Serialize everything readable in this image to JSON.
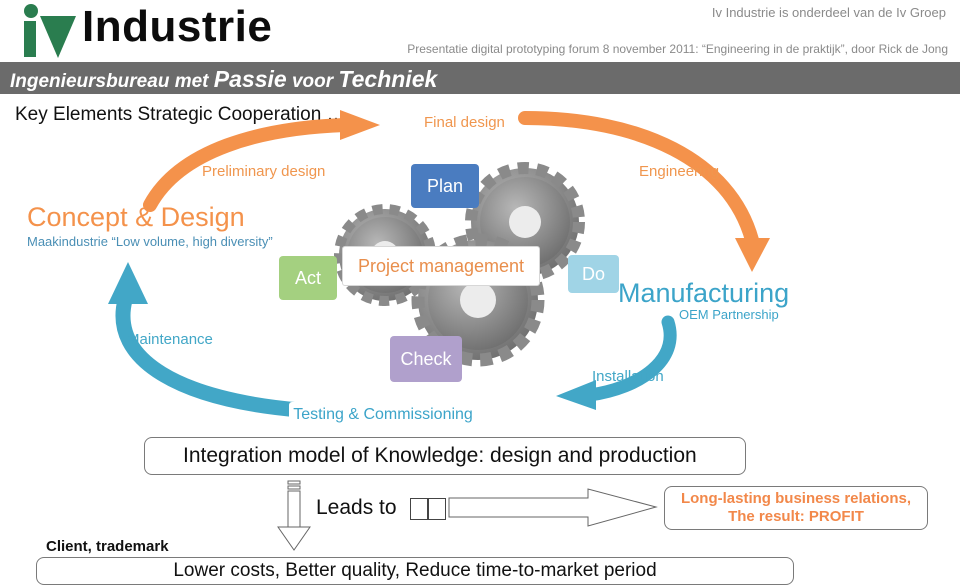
{
  "header": {
    "logo_text": "Industrie",
    "group_text": "Iv Industrie is onderdeel van de Iv Groep",
    "presentation_text": "Presentatie digital prototyping forum 8 november 2011: “Engineering in de praktijk”, door Rick de Jong",
    "banner": {
      "part1": "Ingenieursbureau met ",
      "part2": "Passie",
      "part3": " voor ",
      "part4": "Techniek"
    }
  },
  "slide_title": "Key Elements Strategic Cooperation …",
  "cycle": {
    "final_design": "Final design",
    "preliminary_design": "Preliminary design",
    "engineering": "Engineering",
    "concept_title": "Concept & Design",
    "concept_sub": "Maakindustrie “Low volume, high diversity”",
    "manufacturing_title": "Manufacturing",
    "manufacturing_sub": "OEM Partnership",
    "maintenance": "Maintenance",
    "installation": "Installation",
    "testing": "Testing & Commissioning"
  },
  "pdca": {
    "plan": "Plan",
    "act": "Act",
    "do": "Do",
    "check": "Check",
    "project_management": "Project management"
  },
  "bottom": {
    "integration": "Integration model of Knowledge:  design and production",
    "leads_to": "Leads to",
    "result_line1": "Long-lasting business relations,",
    "result_line2": "The result: PROFIT",
    "client": "Client, trademark",
    "lower_costs": "Lower costs, Better quality, Reduce time-to-market period"
  },
  "colors": {
    "orange": "#f4924b",
    "blue": "#3ca4c9",
    "logo_green": "#1f7a4a",
    "banner_gray": "#6b6b6b"
  }
}
